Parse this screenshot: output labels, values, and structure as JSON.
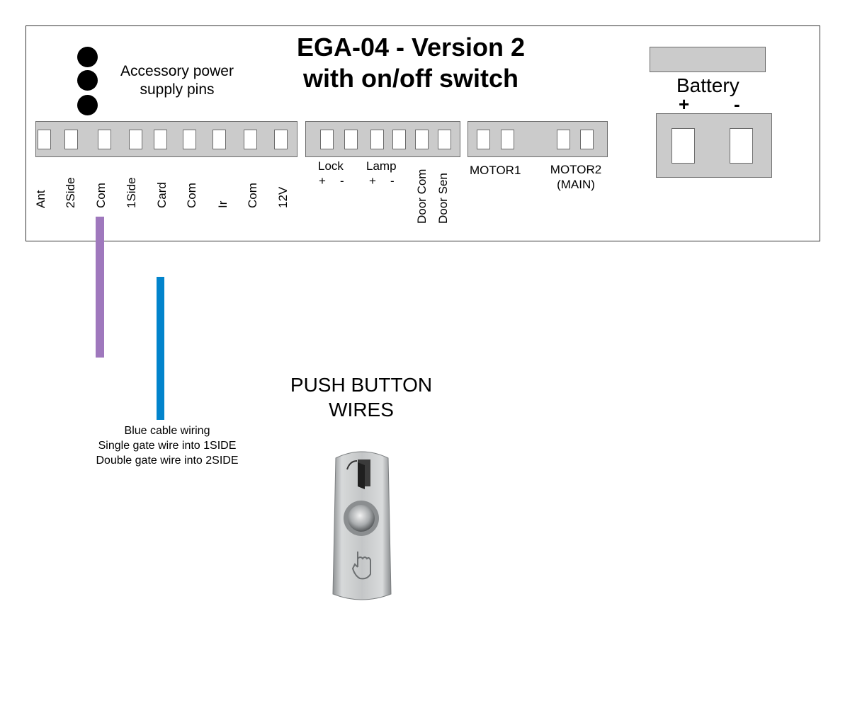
{
  "title": {
    "line1": "EGA-04 - Version 2",
    "line2": "with on/off switch"
  },
  "accessory": {
    "line1": "Accessory power",
    "line2": "supply pins"
  },
  "terminal_labels": [
    "Ant",
    "2Side",
    "Com",
    "1Side",
    "Card",
    "Com",
    "Ir",
    "Com",
    "12V"
  ],
  "lock": {
    "label": "Lock",
    "plus": "+",
    "minus": "-"
  },
  "lamp": {
    "label": "Lamp",
    "plus": "+",
    "minus": "-"
  },
  "door": {
    "com": "Door Com",
    "sen": "Door Sen"
  },
  "motor1": "MOTOR1",
  "motor2": {
    "line1": "MOTOR2",
    "line2": "(MAIN)"
  },
  "battery": {
    "label": "Battery",
    "plus": "+",
    "minus": "-"
  },
  "wires": {
    "purple_color": "#9f78bd",
    "blue_color": "#0284cc"
  },
  "blue_note": {
    "line1": "Blue cable wiring",
    "line2": "Single gate wire into 1SIDE",
    "line3": "Double gate wire into 2SIDE"
  },
  "push_button": {
    "line1": "PUSH BUTTON",
    "line2": "WIRES"
  }
}
